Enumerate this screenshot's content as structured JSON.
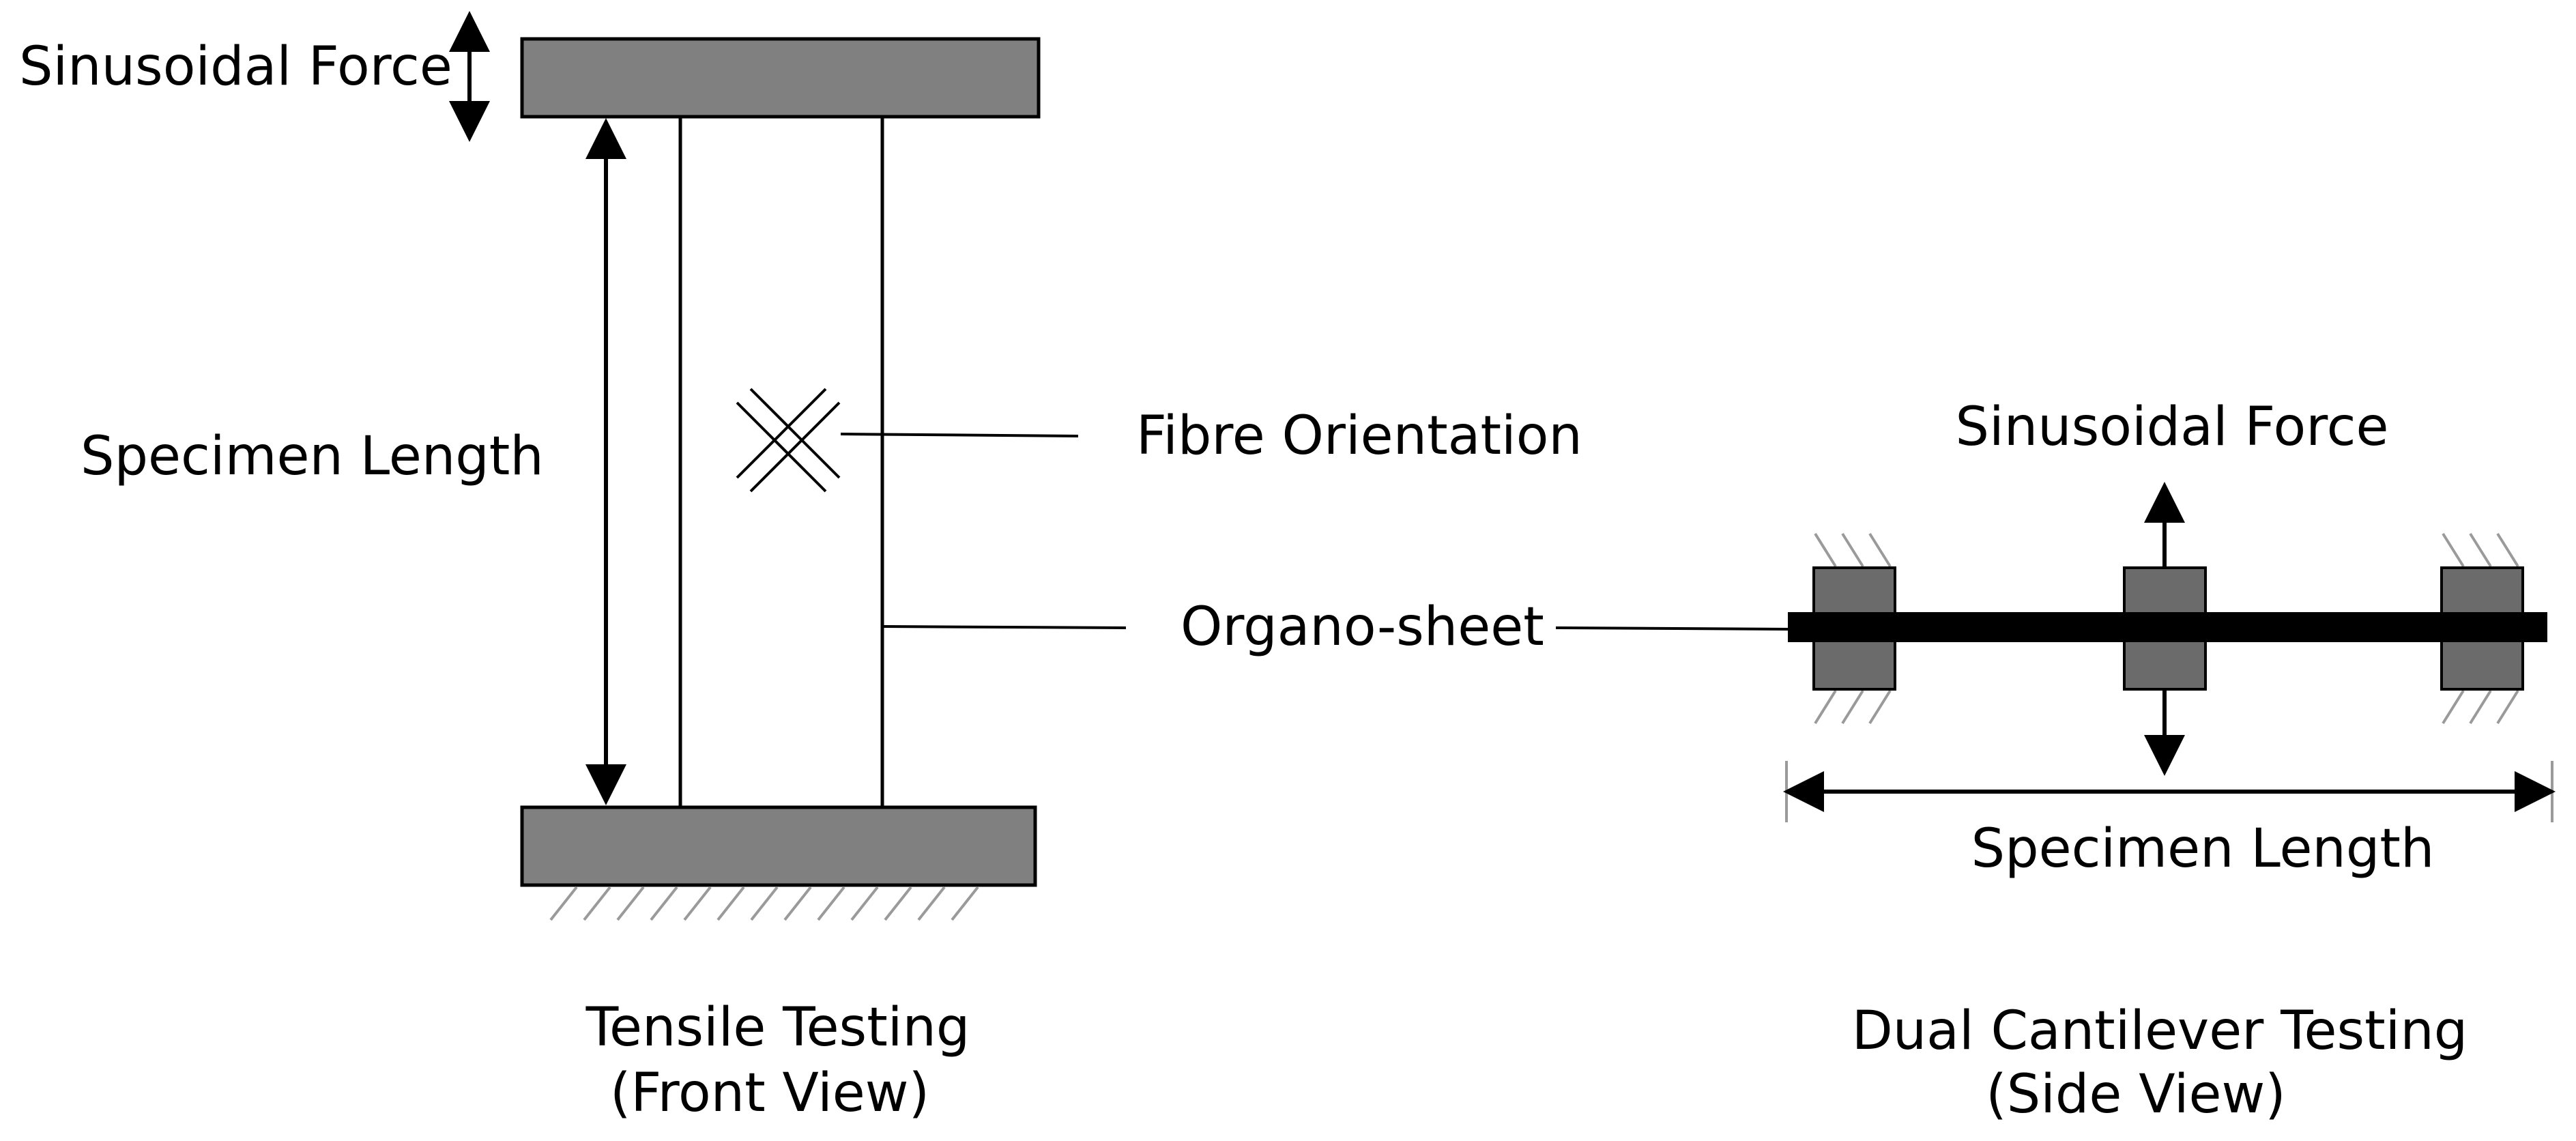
{
  "colors": {
    "clamp_fill": "#808080",
    "clamp_small_fill": "#6b6b6b",
    "specimen_fill": "#ffffff",
    "organo_sheet_bar": "#000000",
    "hatch": "#9a9a9a",
    "lines": "#000000"
  },
  "tensile": {
    "force_label": "Sinusoidal Force",
    "length_label": "Specimen Length",
    "caption_line1": "Tensile Testing",
    "caption_line2": "(Front View)"
  },
  "center": {
    "fibre_label": "Fibre Orientation",
    "organo_label": "Organo-sheet"
  },
  "cantilever": {
    "force_label": "Sinusoidal Force",
    "length_label": "Specimen Length",
    "caption_line1": "Dual Cantilever Testing",
    "caption_line2": "(Side View)"
  }
}
